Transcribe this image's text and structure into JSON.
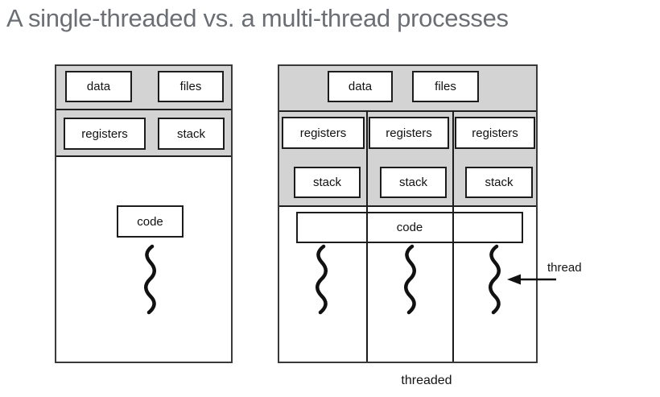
{
  "title": "A single-threaded vs. a multi-thread processes",
  "colors": {
    "background": "#ffffff",
    "section_fill_gray": "#d3d3d3",
    "line_black": "#1c1c1c",
    "title_gray": "#6b6f74"
  },
  "single_process": {
    "data_label": "data",
    "files_label": "files",
    "registers_label": "registers",
    "stack_label": "stack",
    "code_label": "code"
  },
  "multi_process": {
    "data_label": "data",
    "files_label": "files",
    "threads": [
      {
        "registers_label": "registers",
        "stack_label": "stack"
      },
      {
        "registers_label": "registers",
        "stack_label": "stack"
      },
      {
        "registers_label": "registers",
        "stack_label": "stack"
      }
    ],
    "code_label": "code",
    "thread_annotation": "thread",
    "caption": "threaded"
  }
}
